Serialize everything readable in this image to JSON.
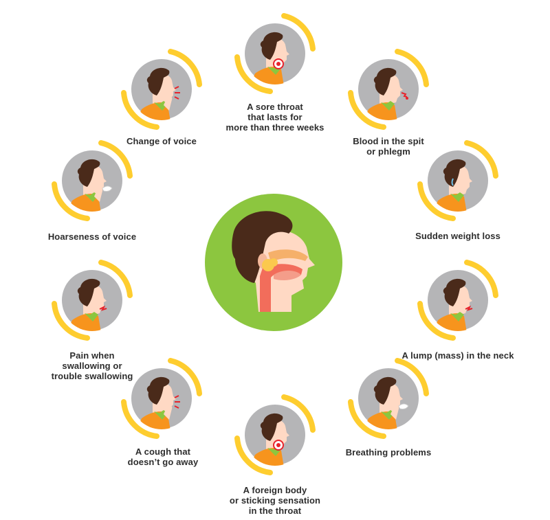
{
  "colors": {
    "circle_gray": "#b5b5b7",
    "arc_yellow": "#fecd2f",
    "skin": "#ffd9c4",
    "hair": "#4a2a1a",
    "shirt": "#f7941d",
    "collar": "#8cc63f",
    "center_bg": "#8cc63f",
    "alert_red": "#e8232b",
    "throat_tissue": "#f26d5b"
  },
  "symptoms": [
    {
      "id": "sore-throat",
      "lines": [
        "A sore throat",
        "that lasts for",
        "more than three weeks"
      ],
      "icon": "throat-pain-icon"
    },
    {
      "id": "blood-spit",
      "lines": [
        "Blood in the spit",
        "or phlegm"
      ],
      "icon": "blood-spit-icon"
    },
    {
      "id": "weight-loss",
      "lines": [
        "Sudden weight loss"
      ],
      "icon": "weight-loss-icon"
    },
    {
      "id": "neck-lump",
      "lines": [
        "A lump (mass) in the neck"
      ],
      "icon": "neck-lump-icon"
    },
    {
      "id": "breathing",
      "lines": [
        "Breathing problems"
      ],
      "icon": "breathing-icon"
    },
    {
      "id": "foreign-body",
      "lines": [
        "A foreign body",
        "or sticking sensation",
        "in the throat"
      ],
      "icon": "throat-sticking-icon"
    },
    {
      "id": "cough",
      "lines": [
        "A cough that",
        "doesn’t go away"
      ],
      "icon": "cough-icon"
    },
    {
      "id": "swallowing",
      "lines": [
        "Pain when",
        "swallowing or",
        "trouble swallowing"
      ],
      "icon": "swallow-pain-icon"
    },
    {
      "id": "hoarseness",
      "lines": [
        "Hoarseness of voice"
      ],
      "icon": "hoarse-voice-icon"
    },
    {
      "id": "voice-change",
      "lines": [
        "Change of voice"
      ],
      "icon": "voice-change-icon"
    }
  ],
  "center": {
    "icon": "head-throat-anatomy-icon"
  }
}
